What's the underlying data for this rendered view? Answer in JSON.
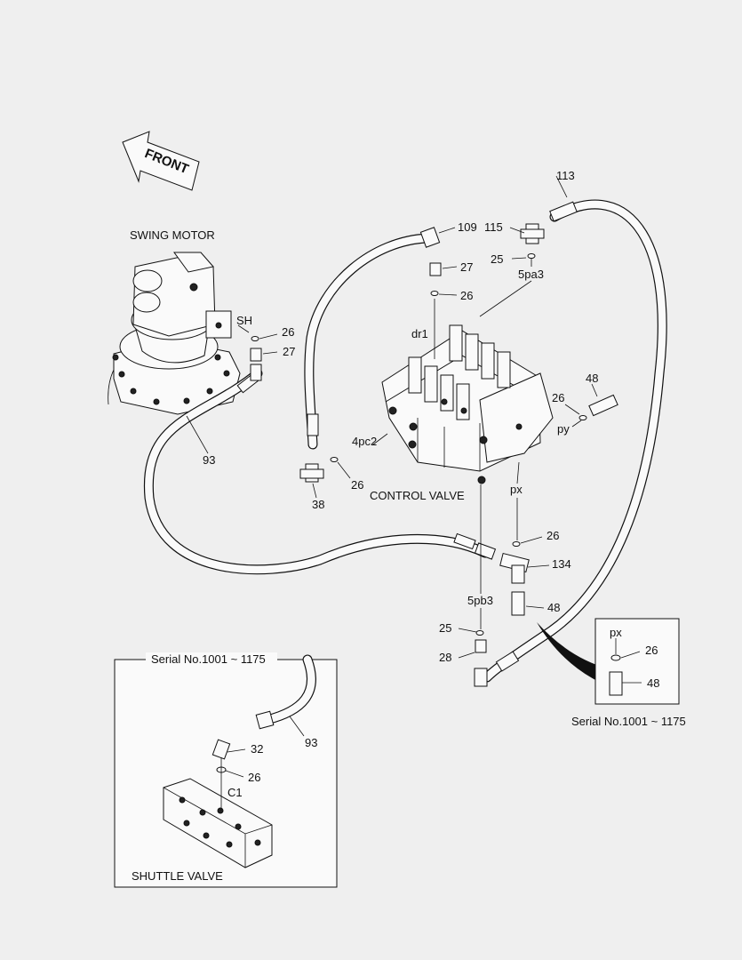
{
  "front_label": "FRONT",
  "component_labels": {
    "swing_motor": "SWING  MOTOR",
    "control_valve": "CONTROL VALVE",
    "shuttle_valve": "SHUTTLE VALVE",
    "inset_serial_left": "Serial No.1001 ~ 1175",
    "inset_serial_right": "Serial No.1001 ~ 1175"
  },
  "port_labels": {
    "sh": "SH",
    "dr1": "dr1",
    "pc2": "4pc2",
    "pa3": "5pa3",
    "pb3": "5pb3",
    "px": "px",
    "py": "py",
    "c1": "C1",
    "px_inset": "px"
  },
  "callouts": {
    "p113": "113",
    "p109": "109",
    "p115": "115",
    "p25_top": "25",
    "p27_mid": "27",
    "p26_mid": "26",
    "p26_motor": "26",
    "p27_motor": "27",
    "p93_main": "93",
    "p38": "38",
    "p26_pc2": "26",
    "p26_py": "26",
    "p48_top": "48",
    "p26_px": "26",
    "p134": "134",
    "p48_mid": "48",
    "p25_bottom": "25",
    "p28": "28",
    "p32": "32",
    "p26_shuttle": "26",
    "p93_inset": "93",
    "p26_inset": "26",
    "p48_inset": "48"
  }
}
